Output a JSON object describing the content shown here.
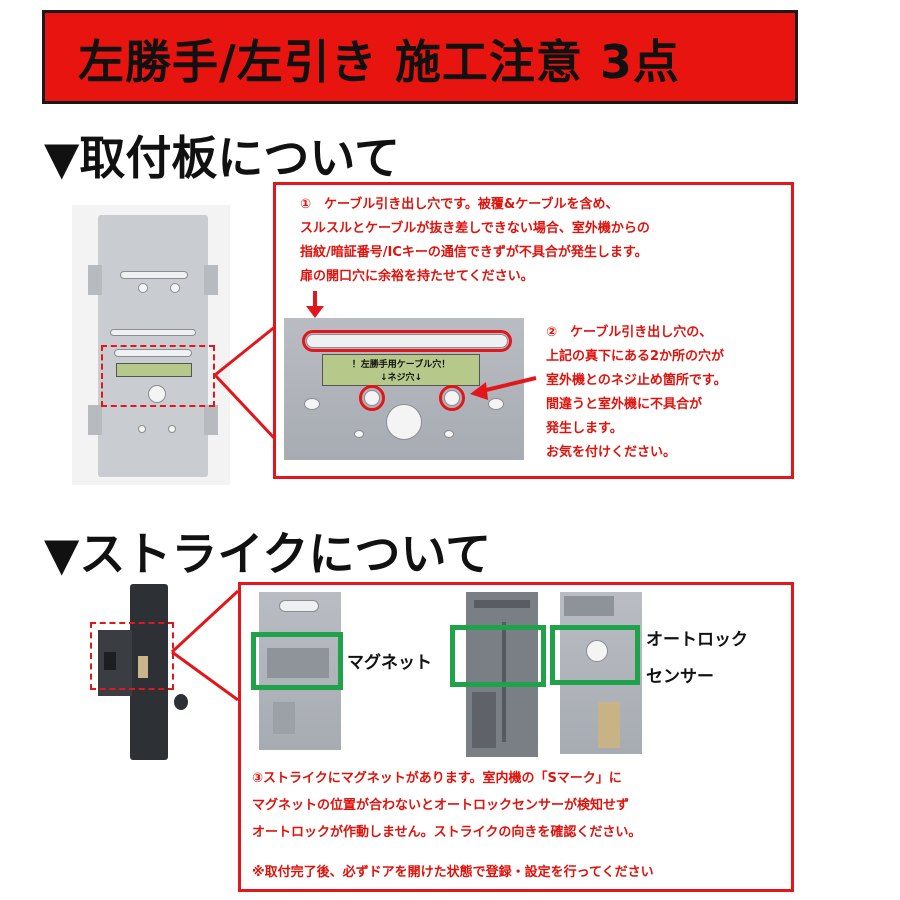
{
  "title": "左勝手/左引き 施工注意 3点",
  "sections": {
    "mounting_plate": {
      "heading": "▼取付板について",
      "note1": [
        "①　ケーブル引き出し穴です。被覆&ケーブルを含め、",
        "スルスルとケーブルが抜き差しできない場合、室外機からの",
        "指紋/暗証番号/ICキーの通信できずが不具合が発生します。",
        "扉の開口穴に余裕を持たせてください。"
      ],
      "note2": [
        "②　ケーブル引き出し穴の、",
        "上記の真下にある2か所の穴が",
        "室外機とのネジ止め箇所です。",
        "間違うと室外機に不具合が",
        "発生します。",
        "お気を付けください。"
      ],
      "plate_label_line1": "！左勝手用ケーブル穴！",
      "plate_label_line2": "↓ネジ穴↓"
    },
    "strike": {
      "heading": "▼ストライクについて",
      "magnet_label": "マグネット",
      "sensor_label_line1": "オートロック",
      "sensor_label_line2": "センサー",
      "note3": [
        "③ストライクにマグネットがあります。室内機の「Sマーク」に",
        "マグネットの位置が合わないとオートロックセンサーが検知せず",
        "オートロックが作動しません。ストライクの向きを確認ください。"
      ],
      "note4": "※取付完了後、必ずドアを開けた状態で登録・設定を行ってください"
    }
  },
  "colors": {
    "banner_red": "#e8140f",
    "callout_red": "#e3171b",
    "highlight_green": "#1fa24a"
  }
}
